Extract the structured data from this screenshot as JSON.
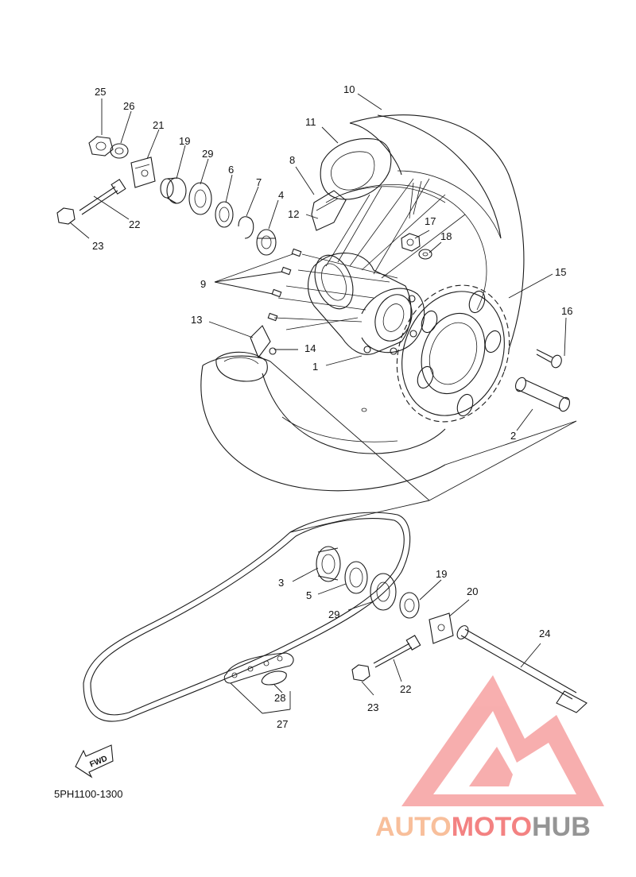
{
  "diagram": {
    "code": "5PH1100-1300",
    "fwd_label": "FWD",
    "labels": [
      {
        "id": "p1",
        "text": "1"
      },
      {
        "id": "p2",
        "text": "2"
      },
      {
        "id": "p3",
        "text": "3"
      },
      {
        "id": "p4",
        "text": "4"
      },
      {
        "id": "p5",
        "text": "5"
      },
      {
        "id": "p6",
        "text": "6"
      },
      {
        "id": "p7",
        "text": "7"
      },
      {
        "id": "p8",
        "text": "8"
      },
      {
        "id": "p9",
        "text": "9"
      },
      {
        "id": "p10",
        "text": "10"
      },
      {
        "id": "p11",
        "text": "11"
      },
      {
        "id": "p12",
        "text": "12"
      },
      {
        "id": "p13",
        "text": "13"
      },
      {
        "id": "p14",
        "text": "14"
      },
      {
        "id": "p15",
        "text": "15"
      },
      {
        "id": "p16",
        "text": "16"
      },
      {
        "id": "p17",
        "text": "17"
      },
      {
        "id": "p18",
        "text": "18"
      },
      {
        "id": "p19a",
        "text": "19"
      },
      {
        "id": "p19b",
        "text": "19"
      },
      {
        "id": "p20",
        "text": "20"
      },
      {
        "id": "p21",
        "text": "21"
      },
      {
        "id": "p22a",
        "text": "22"
      },
      {
        "id": "p22b",
        "text": "22"
      },
      {
        "id": "p23a",
        "text": "23"
      },
      {
        "id": "p23b",
        "text": "23"
      },
      {
        "id": "p24",
        "text": "24"
      },
      {
        "id": "p25",
        "text": "25"
      },
      {
        "id": "p26",
        "text": "26"
      },
      {
        "id": "p27",
        "text": "27"
      },
      {
        "id": "p28",
        "text": "28"
      },
      {
        "id": "p29a",
        "text": "29"
      },
      {
        "id": "p29b",
        "text": "29"
      }
    ]
  },
  "watermark": {
    "part1": "AUTO",
    "part2": "MOTO",
    "part3": "HUB",
    "color_light": "#f7b48a",
    "color_red": "#f26d6d",
    "color_gray": "#8a8a8a"
  }
}
